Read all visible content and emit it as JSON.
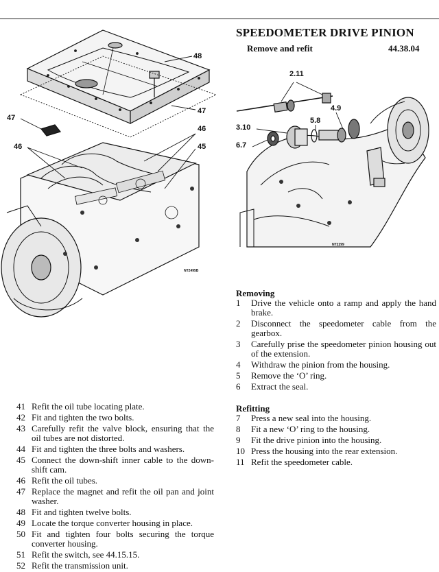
{
  "title": "SPEEDOMETER DRIVE PINION",
  "subheading": {
    "label": "Remove and refit",
    "code": "44.38.04"
  },
  "left_figure": {
    "callouts": [
      "48",
      "47",
      "47",
      "46",
      "46",
      "45"
    ],
    "ref_code": "NT2495B"
  },
  "right_figure": {
    "callouts": [
      "2.11",
      "4.9",
      "3.10",
      "5.8",
      "6.7"
    ],
    "ref_code": "NT2299"
  },
  "left_steps": [
    {
      "num": "41",
      "text": "Refit the oil tube locating plate."
    },
    {
      "num": "42",
      "text": "Fit and tighten the two bolts."
    },
    {
      "num": "43",
      "text": "Carefully refit the valve block, ensuring that the oil tubes are not distorted."
    },
    {
      "num": "44",
      "text": "Fit and tighten the three bolts and washers."
    },
    {
      "num": "45",
      "text": "Connect the down-shift inner cable to the down-shift cam."
    },
    {
      "num": "46",
      "text": "Refit the oil tubes."
    },
    {
      "num": "47",
      "text": "Replace the magnet and refit the oil pan and joint washer."
    },
    {
      "num": "48",
      "text": "Fit and tighten twelve bolts."
    },
    {
      "num": "49",
      "text": "Locate the torque converter housing in place."
    },
    {
      "num": "50",
      "text": "Fit and tighten four bolts securing the torque converter housing."
    },
    {
      "num": "51",
      "text": "Refit the switch, see 44.15.15."
    },
    {
      "num": "52",
      "text": "Refit the transmission unit."
    }
  ],
  "removing": {
    "heading": "Removing",
    "steps": [
      {
        "num": "1",
        "text": "Drive the vehicle onto a ramp and apply the hand brake."
      },
      {
        "num": "2",
        "text": "Disconnect the speedometer cable from the gearbox."
      },
      {
        "num": "3",
        "text": "Carefully prise the speedometer pinion housing out of the extension."
      },
      {
        "num": "4",
        "text": "Withdraw the pinion from the housing."
      },
      {
        "num": "5",
        "text": "Remove the ‘O’ ring."
      },
      {
        "num": "6",
        "text": "Extract the seal."
      }
    ]
  },
  "refitting": {
    "heading": "Refitting",
    "steps": [
      {
        "num": "7",
        "text": "Press a new seal into the housing."
      },
      {
        "num": "8",
        "text": "Fit a new ‘O’ ring to the housing."
      },
      {
        "num": "9",
        "text": "Fit the drive pinion into the housing."
      },
      {
        "num": "10",
        "text": "Press the housing into the rear extension."
      },
      {
        "num": "11",
        "text": "Refit the speedometer cable."
      }
    ]
  }
}
